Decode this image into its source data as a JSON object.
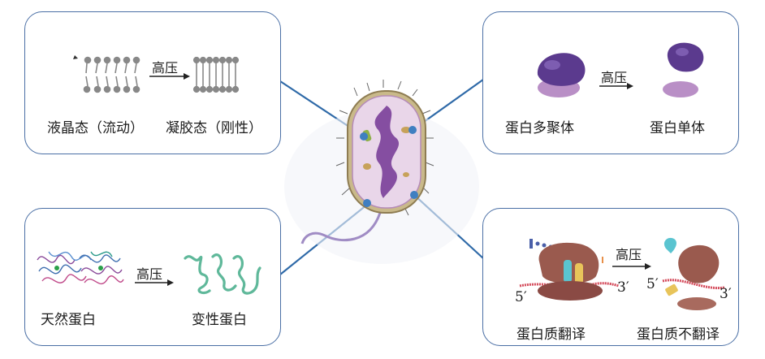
{
  "panels": {
    "top_left": {
      "arrow_label": "高压",
      "caption_left": "液晶态（流动）",
      "caption_right": "凝胶态（刚性）"
    },
    "top_right": {
      "arrow_label": "高压",
      "caption_left": "蛋白多聚体",
      "caption_right": "蛋白单体"
    },
    "bottom_left": {
      "arrow_label": "高压",
      "caption_left": "天然蛋白",
      "caption_right": "变性蛋白"
    },
    "bottom_right": {
      "arrow_label": "高压",
      "caption_left": "蛋白质翻译",
      "caption_right": "蛋白质不翻译",
      "label_5_left": "5′",
      "label_3_left": "3′",
      "label_5_right": "5′",
      "label_3_right": "3′"
    }
  },
  "colors": {
    "panel_border": "#4a6fa5",
    "connector": "#2f6aa8",
    "protein_purple": "#6a3f9a",
    "membrane_gray": "#8a8a8a"
  }
}
